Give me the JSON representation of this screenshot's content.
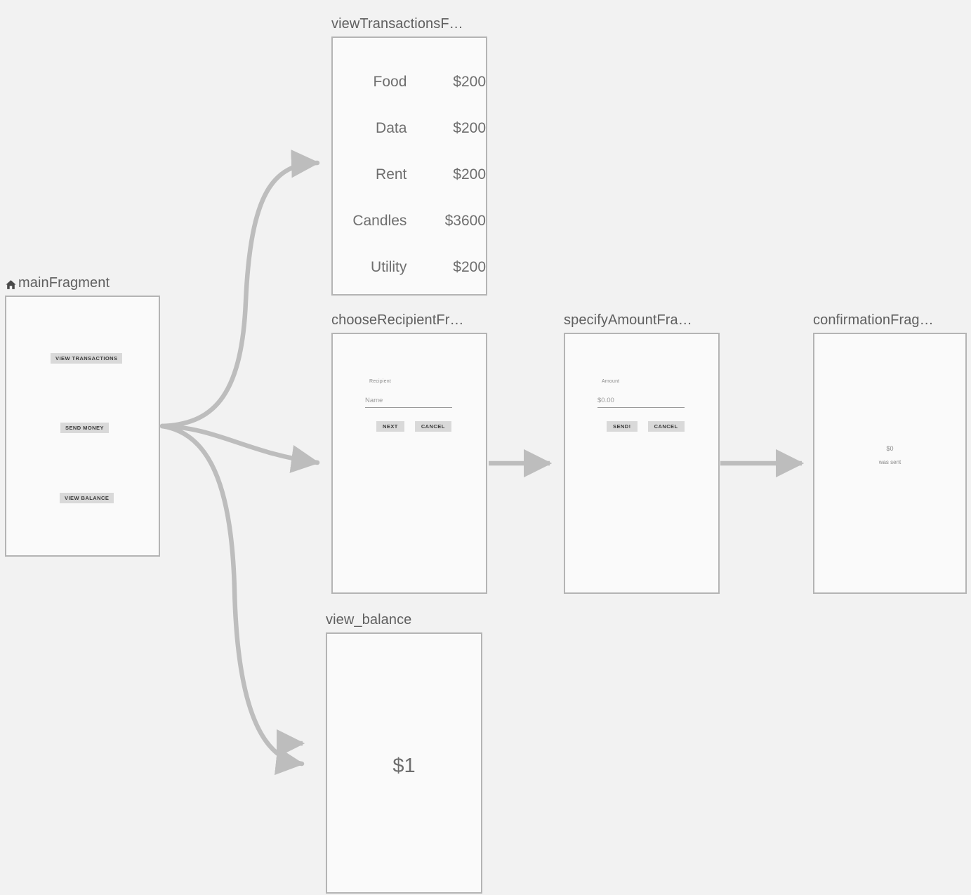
{
  "canvas": {
    "background": "#f2f2f2",
    "node_fill": "#fafafa",
    "node_border": "#b4b4b4",
    "edge_color": "#bdbdbd",
    "button_fill": "#d9d9d9",
    "title_color": "#5f5f5f"
  },
  "nodes": {
    "main_fragment": {
      "title": "mainFragment",
      "start_icon": "home-icon",
      "buttons": [
        {
          "label": "VIEW TRANSACTIONS"
        },
        {
          "label": "SEND MONEY"
        },
        {
          "label": "VIEW BALANCE"
        }
      ]
    },
    "view_transactions": {
      "title": "viewTransactionsF…",
      "transactions": [
        {
          "label": "Food",
          "amount": "$200"
        },
        {
          "label": "Data",
          "amount": "$200"
        },
        {
          "label": "Rent",
          "amount": "$200"
        },
        {
          "label": "Candles",
          "amount": "$3600"
        },
        {
          "label": "Utility",
          "amount": "$200"
        }
      ]
    },
    "choose_recipient": {
      "title": "chooseRecipientFr…",
      "field_label": "Recipient",
      "field_value": "Name",
      "primary_button": "NEXT",
      "secondary_button": "CANCEL"
    },
    "specify_amount": {
      "title": "specifyAmountFra…",
      "field_label": "Amount",
      "field_value": "$0.00",
      "primary_button": "SEND!",
      "secondary_button": "CANCEL"
    },
    "confirmation": {
      "title": "confirmationFrag…",
      "amount": "$0",
      "caption": "was sent"
    },
    "view_balance": {
      "title": "view_balance",
      "balance": "$1"
    }
  }
}
